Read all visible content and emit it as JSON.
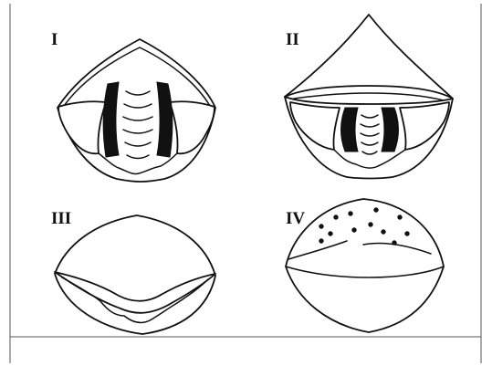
{
  "panels": [
    {
      "label": "I"
    },
    {
      "label": "II"
    },
    {
      "label": "III"
    },
    {
      "label": "IV"
    }
  ],
  "colors": {
    "line": "#111111",
    "background": "#ffffff",
    "frame": "#555555"
  }
}
